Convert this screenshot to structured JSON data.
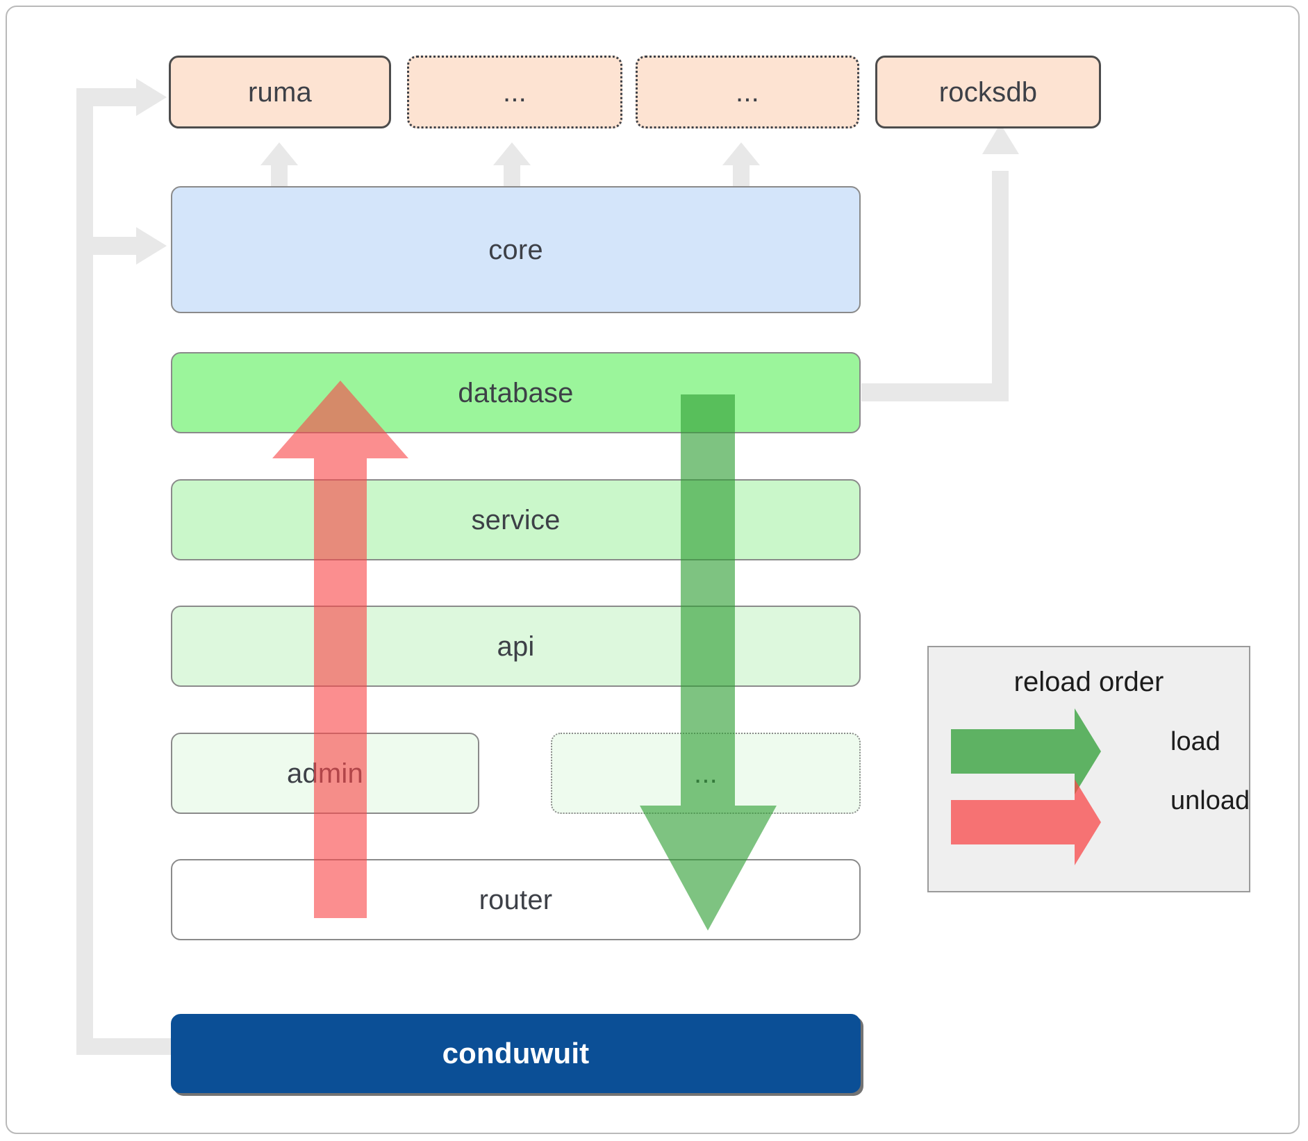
{
  "diagram": {
    "title": "conduwuit crate layer architecture",
    "type": "layered-architecture",
    "dependencies": [
      {
        "id": "ruma",
        "label": "ruma",
        "style": "solid",
        "fill": "#fde3d2"
      },
      {
        "id": "dep2",
        "label": "...",
        "style": "dashed",
        "fill": "#fde3d2"
      },
      {
        "id": "dep3",
        "label": "...",
        "style": "dashed",
        "fill": "#fde3d2"
      },
      {
        "id": "rocksdb",
        "label": "rocksdb",
        "style": "solid",
        "fill": "#fde3d2"
      }
    ],
    "core": {
      "id": "core",
      "label": "core",
      "fill": "#d4e5fa"
    },
    "layers": [
      {
        "id": "database",
        "label": "database",
        "fill": "#9bf59b",
        "style": "solid"
      },
      {
        "id": "service",
        "label": "service",
        "fill": "#caf7ca",
        "style": "solid"
      },
      {
        "id": "api",
        "label": "api",
        "fill": "#ddf8dd",
        "style": "solid"
      }
    ],
    "leaf_row": [
      {
        "id": "admin",
        "label": "admin",
        "fill": "#eefbee",
        "style": "solid"
      },
      {
        "id": "leaf-more",
        "label": "...",
        "fill": "#eefbee",
        "style": "dashed"
      }
    ],
    "router": {
      "id": "router",
      "label": "router",
      "fill": "#ffffff"
    },
    "root": {
      "id": "conduwuit",
      "label": "conduwuit",
      "fill": "#0b4f96",
      "text_color": "#ffffff"
    }
  },
  "legend": {
    "title": "reload order",
    "items": [
      {
        "id": "load",
        "label": "load",
        "color": "#4fa64f"
      },
      {
        "id": "unload",
        "label": "unload",
        "color": "#fa8585"
      }
    ]
  },
  "colors": {
    "dependency_fill": "#fde3d2",
    "core_fill": "#d4e5fa",
    "database_fill": "#9bf59b",
    "service_fill": "#caf7ca",
    "api_fill": "#ddf8dd",
    "leaf_fill": "#eefbee",
    "root_fill": "#0b4f96",
    "load_arrow": "#4fa64f",
    "unload_arrow": "#fa8585",
    "connector": "#e8e8e8",
    "border": "#8a8a8a",
    "dep_border": "#4c4c4c",
    "text": "#3d4047"
  }
}
